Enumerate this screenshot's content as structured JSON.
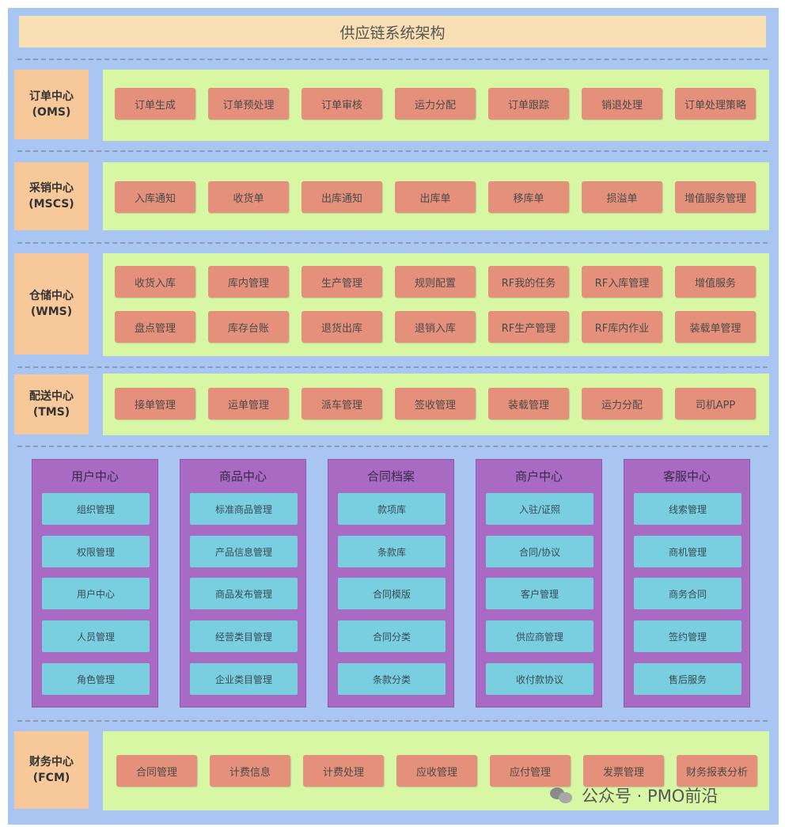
{
  "title": "供应链系统架构",
  "rows": [
    {
      "label_line1": "订单中心",
      "label_line2": "(OMS)",
      "items": [
        [
          "订单生成",
          "订单预处理",
          "订单审核",
          "运力分配",
          "订单跟踪",
          "销退处理",
          "订单处理策略"
        ]
      ]
    },
    {
      "label_line1": "采销中心",
      "label_line2": "(MSCS)",
      "items": [
        [
          "入库通知",
          "收货单",
          "出库通知",
          "出库单",
          "移库单",
          "损溢单",
          "增值服务管理"
        ]
      ]
    },
    {
      "label_line1": "仓储中心",
      "label_line2": "(WMS)",
      "items": [
        [
          "收货入库",
          "库内管理",
          "生产管理",
          "规则配置",
          "RF我的任务",
          "RF入库管理",
          "增值服务"
        ],
        [
          "盘点管理",
          "库存台账",
          "退货出库",
          "退销入库",
          "RF生产管理",
          "RF库内作业",
          "装载单管理"
        ]
      ]
    },
    {
      "label_line1": "配送中心",
      "label_line2": "(TMS)",
      "items": [
        [
          "接单管理",
          "运单管理",
          "派车管理",
          "签收管理",
          "装载管理",
          "运力分配",
          "司机APP"
        ]
      ]
    }
  ],
  "columns": [
    {
      "title": "用户中心",
      "items": [
        "组织管理",
        "权限管理",
        "用户中心",
        "人员管理",
        "角色管理"
      ]
    },
    {
      "title": "商品中心",
      "items": [
        "标准商品管理",
        "产品信息管理",
        "商品发布管理",
        "经营类目管理",
        "企业类目管理"
      ]
    },
    {
      "title": "合同档案",
      "items": [
        "款项库",
        "条款库",
        "合同模版",
        "合同分类",
        "条款分类"
      ]
    },
    {
      "title": "商户中心",
      "items": [
        "入驻/证照",
        "合同/协议",
        "客户管理",
        "供应商管理",
        "收付款协议"
      ]
    },
    {
      "title": "客服中心",
      "items": [
        "线索管理",
        "商机管理",
        "商务合同",
        "签约管理",
        "售后服务"
      ]
    }
  ],
  "finance": {
    "label_line1": "财务中心",
    "label_line2": "(FCM)",
    "items": [
      "合同管理",
      "计费信息",
      "计费处理",
      "应收管理",
      "应付管理",
      "发票管理",
      "财务报表分析"
    ]
  },
  "watermark": "公众号 · PMO前沿",
  "colors": {
    "frame": "#a9c6f3",
    "title_bg": "#f7dfb3",
    "label_bg": "#f7c99a",
    "row_bg": "#d8f7a5",
    "func_bg": "#e4907a",
    "column_bg": "#a86ac3",
    "cell_bg": "#79cfe0"
  }
}
